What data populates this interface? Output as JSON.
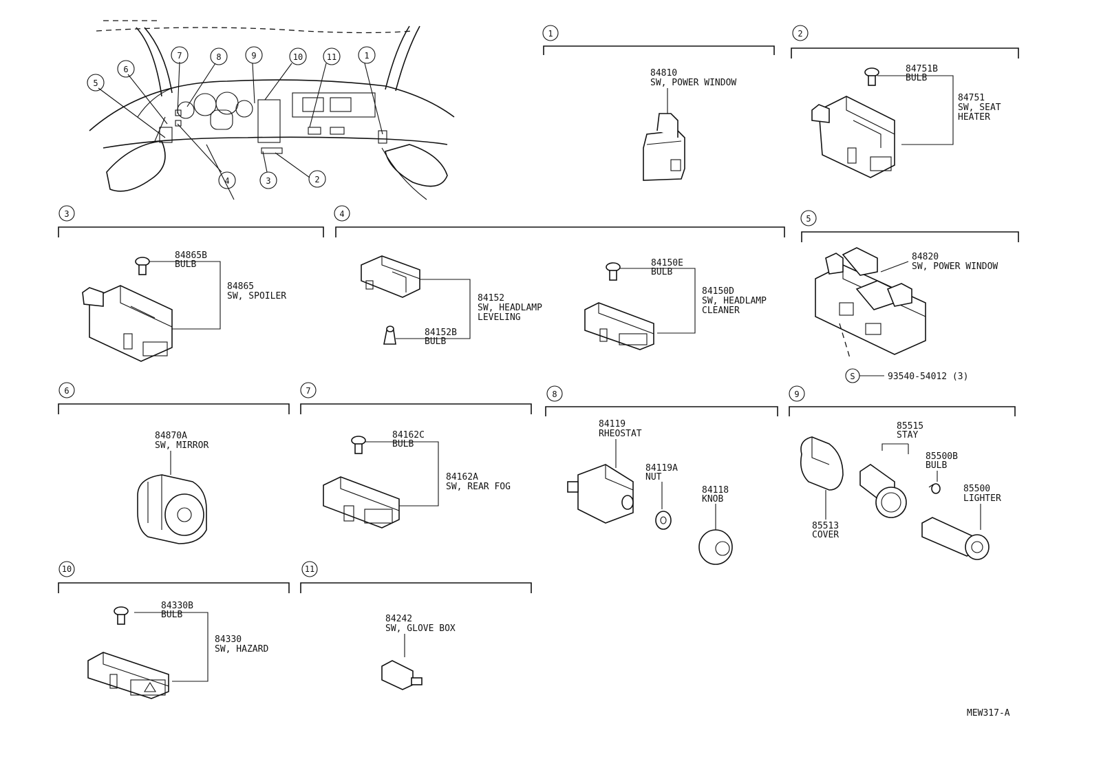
{
  "callouts": [
    "1",
    "2",
    "3",
    "4",
    "5",
    "6",
    "7",
    "8",
    "9",
    "10",
    "11"
  ],
  "sections": {
    "s1": {
      "num": "1",
      "parts": [
        {
          "no": "84810",
          "name": "SW, POWER WINDOW"
        }
      ]
    },
    "s2": {
      "num": "2",
      "parts": [
        {
          "no": "84751B",
          "name": "BULB"
        },
        {
          "no": "84751",
          "name": "SW, SEAT",
          "name2": "HEATER"
        }
      ]
    },
    "s3": {
      "num": "3",
      "parts": [
        {
          "no": "84865B",
          "name": "BULB"
        },
        {
          "no": "84865",
          "name": "SW, SPOILER"
        }
      ]
    },
    "s4": {
      "num": "4",
      "parts": [
        {
          "no": "84152",
          "name": "SW, HEADLAMP",
          "name2": "LEVELING"
        },
        {
          "no": "84152B",
          "name": "BULB"
        },
        {
          "no": "84150E",
          "name": "BULB"
        },
        {
          "no": "84150D",
          "name": "SW, HEADLAMP",
          "name2": "CLEANER"
        }
      ]
    },
    "s5": {
      "num": "5",
      "parts": [
        {
          "no": "84820",
          "name": "SW, POWER WINDOW"
        },
        {
          "no": "93540-54012 (3)",
          "symbol": "S"
        }
      ]
    },
    "s6": {
      "num": "6",
      "parts": [
        {
          "no": "84870A",
          "name": "SW, MIRROR"
        }
      ]
    },
    "s7": {
      "num": "7",
      "parts": [
        {
          "no": "84162C",
          "name": "BULB"
        },
        {
          "no": "84162A",
          "name": "SW, REAR FOG"
        }
      ]
    },
    "s8": {
      "num": "8",
      "parts": [
        {
          "no": "84119",
          "name": "RHEOSTAT"
        },
        {
          "no": "84119A",
          "name": "NUT"
        },
        {
          "no": "84118",
          "name": "KNOB"
        }
      ]
    },
    "s9": {
      "num": "9",
      "parts": [
        {
          "no": "85515",
          "name": "STAY"
        },
        {
          "no": "85500B",
          "name": "BULB"
        },
        {
          "no": "85500",
          "name": "LIGHTER"
        },
        {
          "no": "85513",
          "name": "COVER"
        }
      ]
    },
    "s10": {
      "num": "10",
      "parts": [
        {
          "no": "84330B",
          "name": "BULB"
        },
        {
          "no": "84330",
          "name": "SW, HAZARD"
        }
      ]
    },
    "s11": {
      "num": "11",
      "parts": [
        {
          "no": "84242",
          "name": "SW, GLOVE BOX"
        }
      ]
    }
  },
  "footer": {
    "code": "MEW317-A"
  }
}
